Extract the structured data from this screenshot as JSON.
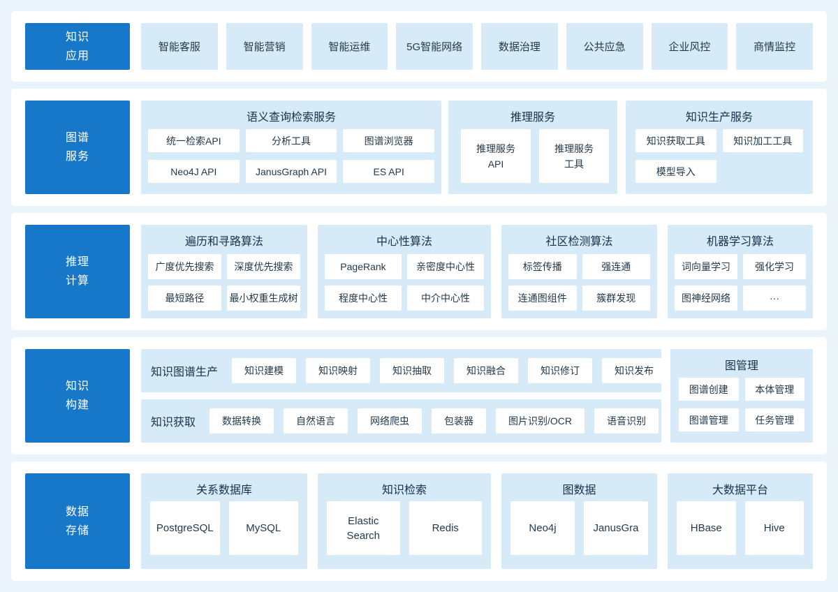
{
  "colors": {
    "page_bg": "#ebf3fb",
    "band_bg": "#ffffff",
    "accent_blue": "#1778c9",
    "panel_blue": "#d7eaf8",
    "box_bg": "#ffffff",
    "title_text": "#17324a",
    "box_text": "#24394a",
    "label_text": "#ffffff"
  },
  "bands": [
    {
      "label": "知识\n应用",
      "items": [
        "智能客服",
        "智能营销",
        "智能运维",
        "5G智能网络",
        "数据治理",
        "公共应急",
        "企业风控",
        "商情监控"
      ]
    },
    {
      "label": "图谱\n服务",
      "groups": [
        {
          "title": "语义查询检索服务",
          "items": [
            "统一检索API",
            "分析工具",
            "图谱浏览器",
            "Neo4J API",
            "JanusGraph API",
            "ES API"
          ]
        },
        {
          "title": "推理服务",
          "items": [
            "推理服务\nAPI",
            "推理服务\n工具"
          ]
        },
        {
          "title": "知识生产服务",
          "items": [
            "知识获取工具",
            "知识加工工具",
            "模型导入"
          ]
        }
      ]
    },
    {
      "label": "推理\n计算",
      "groups": [
        {
          "title": "遍历和寻路算法",
          "items": [
            "广度优先搜索",
            "深度优先搜索",
            "最短路径",
            "最小权重生成树"
          ]
        },
        {
          "title": "中心性算法",
          "items": [
            "PageRank",
            "亲密度中心性",
            "程度中心性",
            "中介中心性"
          ]
        },
        {
          "title": "社区检测算法",
          "items": [
            "标签传播",
            "强连通",
            "连通图组件",
            "簇群发现"
          ]
        },
        {
          "title": "机器学习算法",
          "items": [
            "词向量学习",
            "强化学习",
            "图神经网络",
            "···"
          ]
        }
      ]
    },
    {
      "label": "知识\n构建",
      "strips": [
        {
          "label": "知识图谱生产",
          "items": [
            "知识建模",
            "知识映射",
            "知识抽取",
            "知识融合",
            "知识修订",
            "知识发布"
          ]
        },
        {
          "label": "知识获取",
          "items": [
            "数据转换",
            "自然语言",
            "网络爬虫",
            "包装器",
            "图片识别/OCR",
            "语音识别"
          ]
        }
      ],
      "side": {
        "title": "图管理",
        "items": [
          "图谱创建",
          "本体管理",
          "图谱管理",
          "任务管理"
        ]
      }
    },
    {
      "label": "数据\n存储",
      "groups": [
        {
          "title": "关系数据库",
          "items": [
            "PostgreSQL",
            "MySQL"
          ]
        },
        {
          "title": "知识检索",
          "items": [
            "Elastic\nSearch",
            "Redis"
          ]
        },
        {
          "title": "图数据",
          "items": [
            "Neo4j",
            "JanusGra"
          ]
        },
        {
          "title": "大数据平台",
          "items": [
            "HBase",
            "Hive"
          ]
        }
      ]
    }
  ]
}
